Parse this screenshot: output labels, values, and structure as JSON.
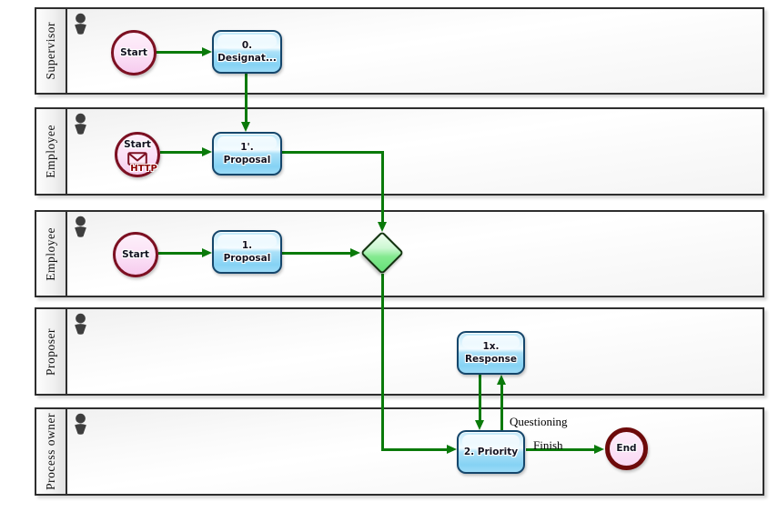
{
  "lanes": [
    {
      "label": "Supervisor"
    },
    {
      "label": "Employee"
    },
    {
      "label": "Employee"
    },
    {
      "label": "Proposer"
    },
    {
      "label": "Process owner"
    }
  ],
  "nodes": {
    "start_supervisor": {
      "label": "Start"
    },
    "task_designate": {
      "line1": "0.",
      "line2": "Designat..."
    },
    "start_employee_http": {
      "label": "Start",
      "protocol": "HTTP"
    },
    "task_proposal_prime": {
      "line1": "1'.",
      "line2": "Proposal"
    },
    "start_employee": {
      "label": "Start"
    },
    "task_proposal": {
      "line1": "1.",
      "line2": "Proposal"
    },
    "task_response": {
      "line1": "1x.",
      "line2": "Response"
    },
    "task_priority": {
      "label": "2. Priority"
    },
    "end_event": {
      "label": "End"
    }
  },
  "edge_labels": {
    "questioning": "Questioning",
    "finish": "Finish"
  },
  "colors": {
    "flow_green": "#0a7a0a",
    "task_border_blue": "#15466b",
    "task_fill_blue": "#85d2f4",
    "event_border_maroon": "#7c1022",
    "event_fill_pink": "#fbe0f6",
    "end_ring_dark_red": "#6d0a0a",
    "gateway_fill_green": "#84ea90",
    "gateway_border": "#12330f",
    "lane_border": "#2e2e2e"
  }
}
